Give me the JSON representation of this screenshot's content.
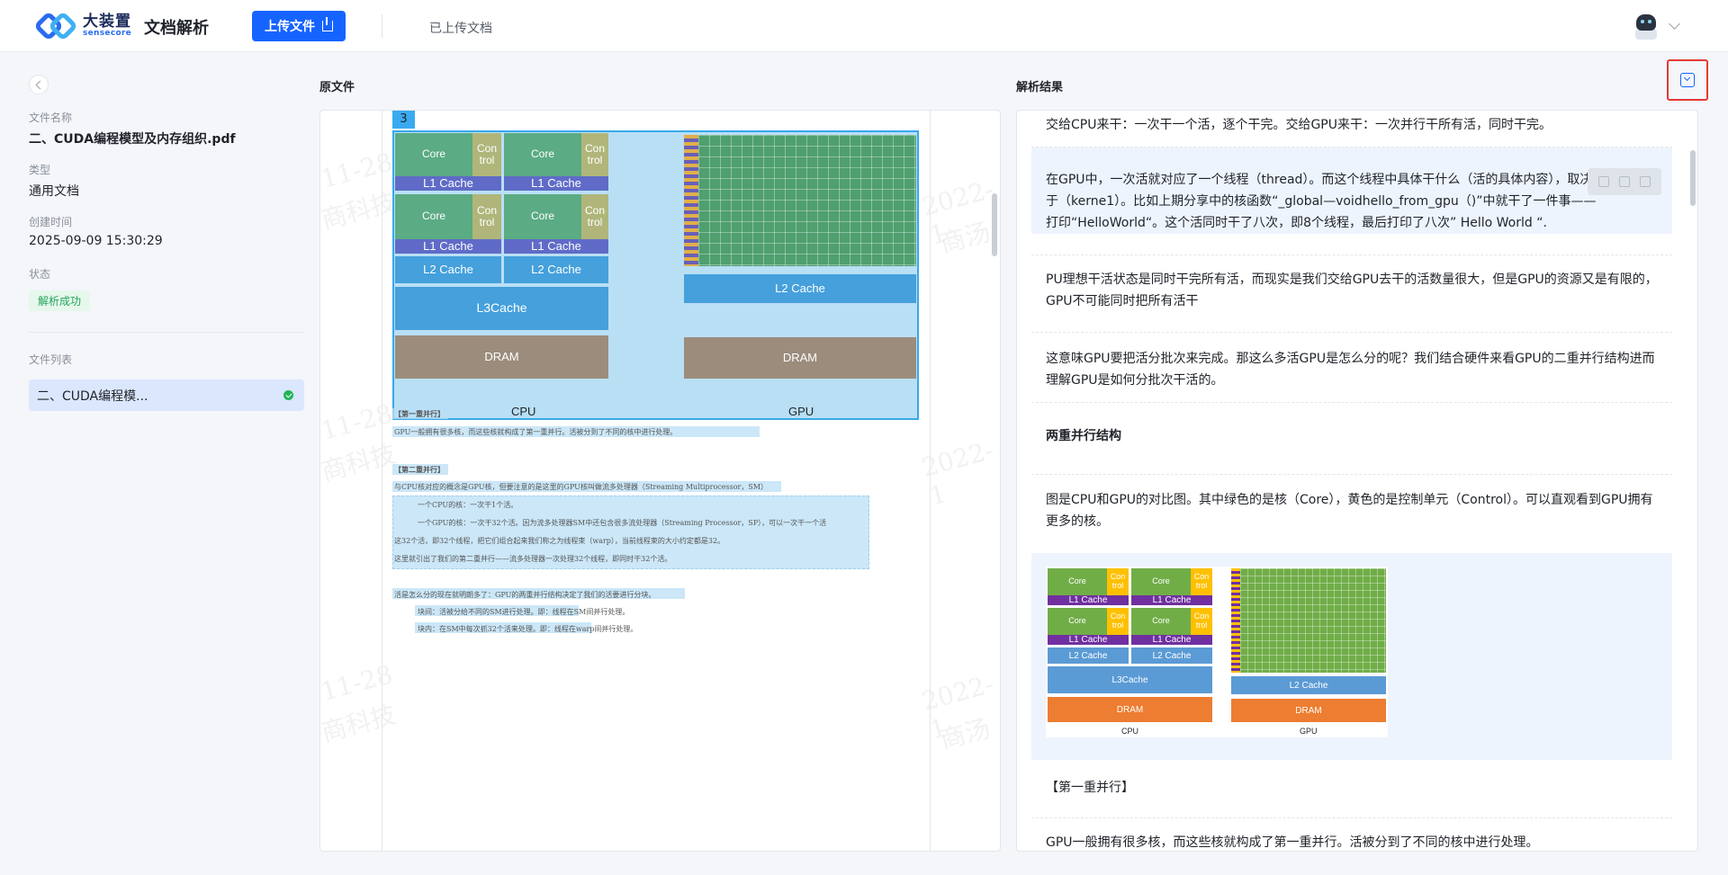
{
  "header": {
    "logo_cn": "大装置",
    "logo_en": "sensecore",
    "app_title": "文档解析",
    "upload_label": "上传文件",
    "uploaded_link": "已上传文档"
  },
  "sidebar": {
    "file_name_label": "文件名称",
    "file_name": "二、CUDA编程模型及内存组织.pdf",
    "type_label": "类型",
    "type_value": "通用文档",
    "created_label": "创建时间",
    "created_value": "2025-09-09 15:30:29",
    "status_label": "状态",
    "status_value": "解析成功",
    "file_list_label": "文件列表",
    "file_list": [
      {
        "name": "二、CUDA编程模...",
        "status": "success"
      }
    ]
  },
  "original": {
    "title": "原文件",
    "figure_number": "3",
    "watermarks": [
      "11-28",
      "商科技",
      "2022-1",
      "商汤"
    ],
    "figure_labels": {
      "core": "Core",
      "control": "Con trol",
      "l1": "L1 Cache",
      "l2": "L2 Cache",
      "l3": "L3Cache",
      "dram": "DRAM",
      "cpu": "CPU",
      "gpu": "GPU"
    },
    "lines": [
      "【第一重并行】",
      "GPU一般拥有很多核，而这些核就构成了第一重并行。活被分到了不同的核中进行处理。",
      "【第二重并行】",
      "与CPU核对应的概念是GPU核，但要注意的是这里的GPU核叫做流多处理器（Streaming Multiprocessor，SM）",
      "一个CPU的核：一次干1个活。",
      "一个GPU的核：一次干32个活。因为流多处理器SM中还包含很多流处理器（Streaming Processor，SP），可以一次干一个活",
      "这32个活，即32个线程，把它们组合起来我们称之为线程束（warp），当前线程束的大小约定都是32。",
      "这里就引出了我们的第二重并行——流多处理器一次处理32个线程，即同时干32个活。",
      "活是怎么分的现在就明朗多了：GPU的两重并行结构决定了我们的活要进行分块。",
      "块间：活被分给不同的SM进行处理。即：线程在SM间并行处理。",
      "块内：在SM中每次抓32个活来处理。即：线程在warp间并行处理。"
    ]
  },
  "result": {
    "title": "解析结果",
    "paragraphs": [
      "交给CPU来干：一次干一个活，逐个干完。交给GPU来干：一次并行干所有活，同时干完。",
      "在GPU中，一次活就对应了一个线程（thread）。而这个线程中具体干什么（活的具体内容），取决于（kerne1）。比如上期分享中的核函数“_global—voidhello_from_gpu（)”中就干了一件事——打印“HelloWorld“。这个活同时干了八次，即8个线程，最后打印了八次” Hello World “.",
      "PU理想干活状态是同时干完所有活，而现实是我们交给GPU去干的活数量很大，但是GPU的资源又是有限的，GPU不可能同时把所有活干",
      "这意味GPU要把活分批次来完成。那这么多活GPU是怎么分的呢？我们结合硬件来看GPU的二重并行结构进而理解GPU是如何分批次干活的。",
      "两重并行结构",
      "图是CPU和GPU的对比图。其中绿色的是核（Core），黄色的是控制单元（Control）。可以直观看到GPU拥有更多的核。",
      "【第一重并行】",
      "GPU一般拥有很多核，而这些核就构成了第一重并行。活被分到了不同的核中进行处理。"
    ],
    "figure_labels": {
      "core": "Core",
      "control": "Con trol",
      "l1": "L1 Cache",
      "l2": "L2 Cache",
      "l3": "L3Cache",
      "dram": "DRAM",
      "cpu": "CPU",
      "gpu": "GPU"
    }
  },
  "colors": {
    "primary": "#1664ff",
    "success": "#23a55a",
    "highlight_red": "#e53935"
  }
}
